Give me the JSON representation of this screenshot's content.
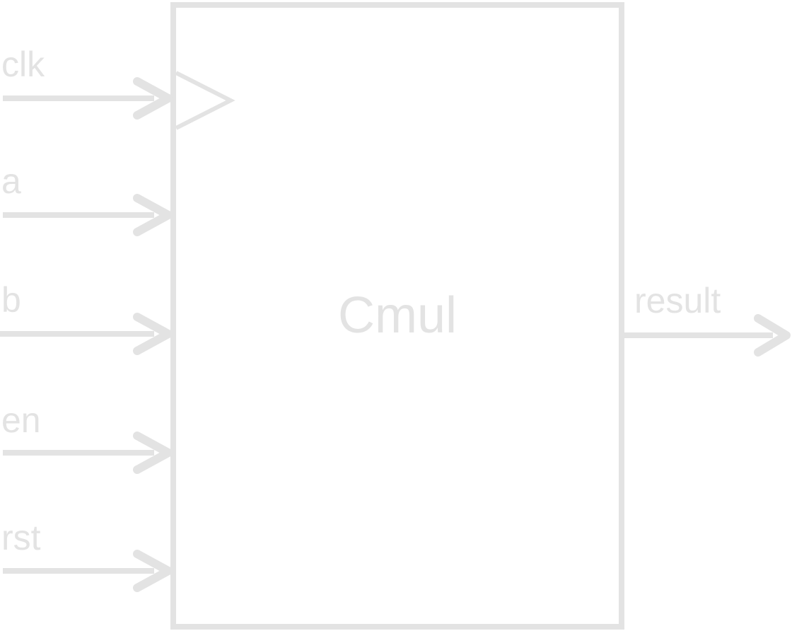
{
  "colors": {
    "stroke": "#e3e3e3",
    "text": "#e3e3e3",
    "background": "#ffffff"
  },
  "block": {
    "name": "Cmul",
    "clock_input": "clk",
    "inputs": [
      "a",
      "b",
      "en",
      "rst"
    ],
    "outputs": [
      "result"
    ]
  }
}
